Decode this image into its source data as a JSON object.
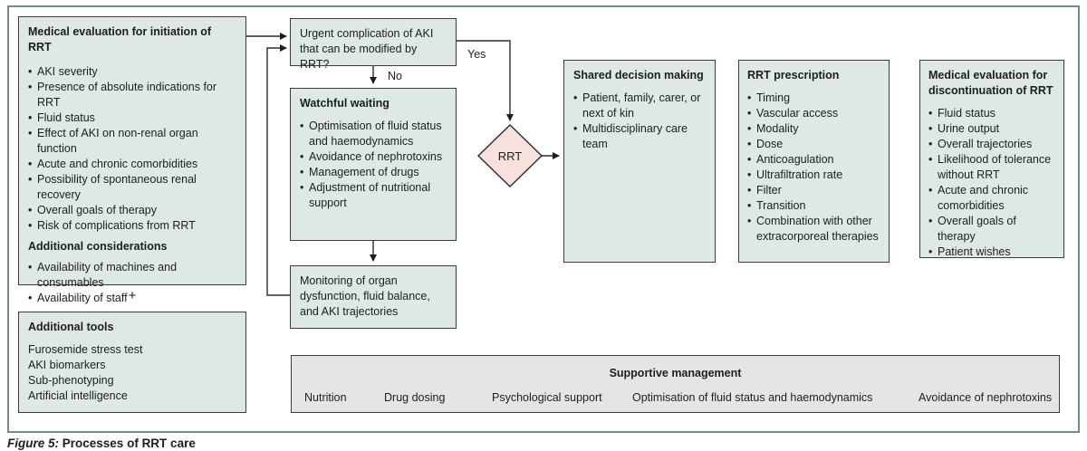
{
  "caption": {
    "label": "Figure 5:",
    "title": " Processes of RRT care"
  },
  "connectors": {
    "yes_label": "Yes",
    "no_label": "No",
    "plus": "+"
  },
  "decision": {
    "label": "RRT"
  },
  "boxes": {
    "initiation": {
      "title": "Medical evaluation for initiation of RRT",
      "bullets": [
        "AKI severity",
        "Presence of absolute indications for RRT",
        "Fluid status",
        "Effect of AKI on non-renal organ function",
        "Acute and chronic comorbidities",
        "Possibility of spontaneous renal recovery",
        "Overall goals of therapy",
        "Risk of complications from RRT"
      ],
      "subtitle": "Additional considerations",
      "sub_bullets": [
        "Availability of machines and consumables",
        "Availability of staff"
      ]
    },
    "tools": {
      "title": "Additional tools",
      "items": [
        "Furosemide stress test",
        "AKI biomarkers",
        "Sub-phenotyping",
        "Artificial intelligence"
      ]
    },
    "urgent": {
      "text": "Urgent complication of AKI that can be modified by RRT?"
    },
    "watchful": {
      "title": "Watchful waiting",
      "bullets": [
        "Optimisation of fluid status and haemodynamics",
        "Avoidance of nephrotoxins",
        "Management of drugs",
        "Adjustment of nutritional support"
      ]
    },
    "monitoring": {
      "text": "Monitoring of organ dysfunction, fluid balance, and AKI trajectories"
    },
    "shared": {
      "title": "Shared decision making",
      "bullets": [
        "Patient, family, carer, or next of kin",
        "Multidisciplinary care team"
      ]
    },
    "prescription": {
      "title": "RRT prescription",
      "bullets": [
        "Timing",
        "Vascular access",
        "Modality",
        "Dose",
        "Anticoagulation",
        "Ultrafiltration rate",
        "Filter",
        "Transition",
        "Combination with other extracorporeal therapies"
      ]
    },
    "discontinuation": {
      "title": "Medical evaluation for discontinuation of RRT",
      "bullets": [
        "Fluid status",
        "Urine output",
        "Overall trajectories",
        "Likelihood of tolerance without RRT",
        "Acute and chronic comorbidities",
        "Overall goals of therapy",
        "Patient wishes"
      ]
    },
    "supportive": {
      "title": "Supportive management",
      "items": [
        "Nutrition",
        "Drug dosing",
        "Psychological support",
        "Optimisation of fluid status and haemodynamics",
        "Avoidance of nephrotoxins"
      ]
    }
  },
  "colors": {
    "box_fill": "#dde9e2",
    "box_border": "#3c3c3a",
    "diamond_fill": "#f8e0dd",
    "gray_fill": "#e4e5e7",
    "frame_border": "#6f9087",
    "text": "#1e1e1c"
  }
}
